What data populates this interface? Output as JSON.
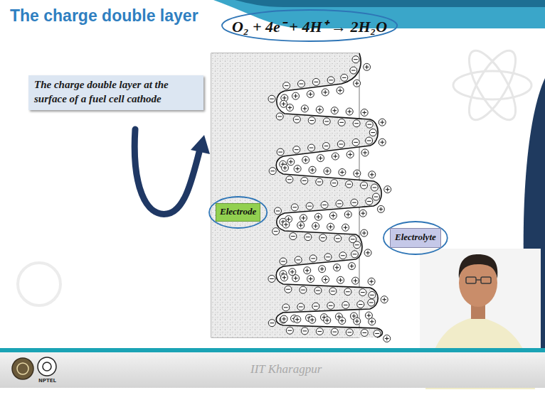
{
  "diagram": {
    "title": "The charge double layer",
    "nodes": [
      {
        "text": [
          "The charge double layer at the surface of a fuel cell cathode"
        ]
      },
      {
        "text": [
          "Electrode"
        ]
      },
      {
        "text": [
          "Electrolyte"
        ]
      }
    ],
    "labels": [
      "O₂ + 4e⁻ + 4H⁺ → 2H₂O",
      "IIT Kharagpur",
      "NPTEL"
    ]
  }
}
